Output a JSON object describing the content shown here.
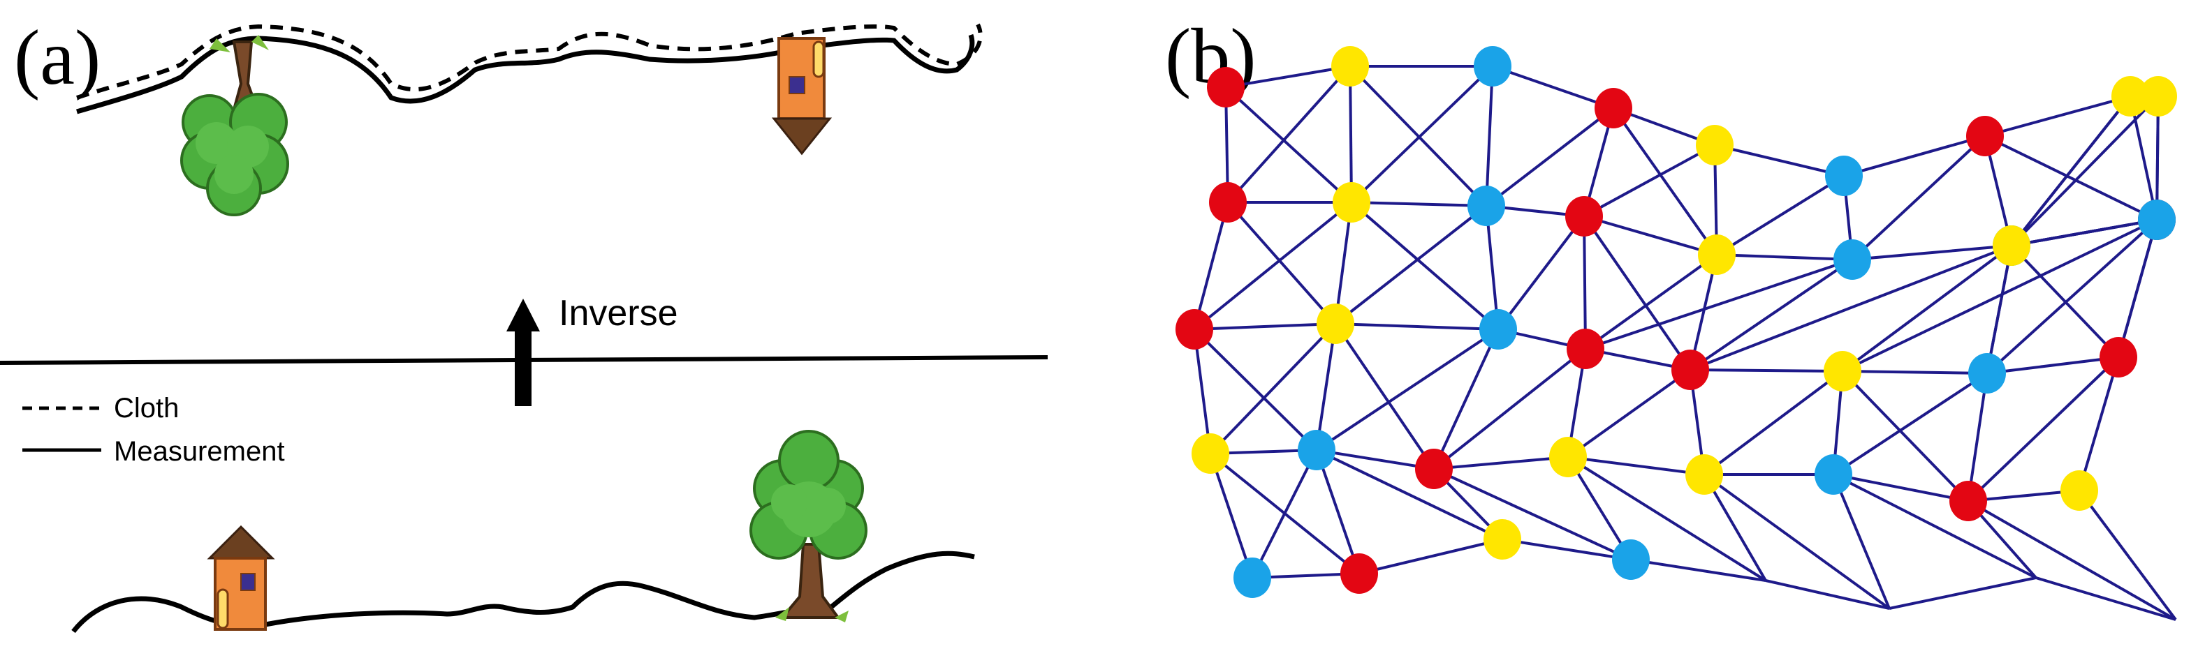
{
  "panel_a": {
    "label": "(a)",
    "arrow_caption": "Inverse",
    "legend": {
      "cloth": "Cloth",
      "measurement": "Measurement"
    }
  },
  "panel_b": {
    "label": "(b)",
    "node_colors": {
      "red": "#e30613",
      "yellow": "#ffe600",
      "blue": "#1aa3e8"
    },
    "edge_color": "#1e1a8a",
    "nodes": [
      {
        "id": 0,
        "c": "red"
      },
      {
        "id": 1,
        "c": "yellow"
      },
      {
        "id": 2,
        "c": "blue"
      },
      {
        "id": 3,
        "c": "red"
      },
      {
        "id": 4,
        "c": "yellow"
      },
      {
        "id": 5,
        "c": "blue"
      },
      {
        "id": 6,
        "c": "red"
      },
      {
        "id": 7,
        "c": "yellow"
      },
      {
        "id": 8,
        "c": "yellow"
      },
      {
        "id": 9,
        "c": "blue"
      },
      {
        "id": 10,
        "c": "red"
      },
      {
        "id": 11,
        "c": "yellow"
      },
      {
        "id": 12,
        "c": "blue"
      },
      {
        "id": 13,
        "c": "red"
      },
      {
        "id": 14,
        "c": "yellow"
      },
      {
        "id": 15,
        "c": "blue"
      },
      {
        "id": 16,
        "c": "blue"
      },
      {
        "id": 17,
        "c": "red"
      },
      {
        "id": 18,
        "c": "yellow"
      },
      {
        "id": 19,
        "c": "blue"
      },
      {
        "id": 20,
        "c": "red"
      },
      {
        "id": 21,
        "c": "yellow"
      },
      {
        "id": 22,
        "c": "blue"
      },
      {
        "id": 23,
        "c": "red"
      },
      {
        "id": 24,
        "c": "red"
      },
      {
        "id": 25,
        "c": "yellow"
      },
      {
        "id": 26,
        "c": "blue"
      },
      {
        "id": 27,
        "c": "red"
      },
      {
        "id": 28,
        "c": "yellow"
      },
      {
        "id": 29,
        "c": "blue"
      },
      {
        "id": 30,
        "c": "red"
      },
      {
        "id": 31,
        "c": "yellow"
      },
      {
        "id": 32,
        "c": "yellow"
      },
      {
        "id": 33,
        "c": "blue"
      },
      {
        "id": 34,
        "c": "red"
      },
      {
        "id": 35,
        "c": "yellow"
      },
      {
        "id": 36,
        "c": "blue"
      },
      {
        "id": 37,
        "c": "red"
      },
      {
        "id": 38,
        "c": "yellow"
      },
      {
        "id": 39,
        "c": "blue"
      }
    ],
    "edges": [
      [
        0,
        1
      ],
      [
        1,
        2
      ],
      [
        2,
        3
      ],
      [
        3,
        4
      ],
      [
        4,
        5
      ],
      [
        5,
        6
      ],
      [
        6,
        7
      ],
      [
        7,
        8
      ],
      [
        8,
        9
      ],
      [
        10,
        11
      ],
      [
        11,
        12
      ],
      [
        12,
        13
      ],
      [
        13,
        14
      ],
      [
        14,
        15
      ],
      [
        15,
        16
      ],
      [
        16,
        17
      ],
      [
        17,
        18
      ],
      [
        18,
        19
      ],
      [
        20,
        21
      ],
      [
        21,
        22
      ],
      [
        22,
        23
      ],
      [
        23,
        24
      ],
      [
        24,
        25
      ],
      [
        25,
        26
      ],
      [
        26,
        27
      ],
      [
        28,
        29
      ],
      [
        29,
        30
      ],
      [
        30,
        31
      ],
      [
        31,
        32
      ],
      [
        32,
        33
      ],
      [
        33,
        34
      ],
      [
        34,
        35
      ],
      [
        36,
        37
      ],
      [
        37,
        38
      ],
      [
        38,
        39
      ],
      [
        39,
        40
      ],
      [
        40,
        41
      ],
      [
        41,
        42
      ],
      [
        42,
        43
      ],
      [
        43,
        44
      ],
      [
        0,
        10
      ],
      [
        1,
        11
      ],
      [
        2,
        11
      ],
      [
        3,
        12
      ],
      [
        4,
        14
      ],
      [
        5,
        14
      ],
      [
        6,
        16
      ],
      [
        7,
        17
      ],
      [
        8,
        18
      ],
      [
        9,
        19
      ],
      [
        10,
        20
      ],
      [
        11,
        21
      ],
      [
        12,
        22
      ],
      [
        13,
        23
      ],
      [
        14,
        23
      ],
      [
        15,
        24
      ],
      [
        16,
        25
      ],
      [
        17,
        26
      ],
      [
        18,
        27
      ],
      [
        19,
        27
      ],
      [
        20,
        28
      ],
      [
        21,
        29
      ],
      [
        22,
        29
      ],
      [
        23,
        30
      ],
      [
        24,
        31
      ],
      [
        25,
        33
      ],
      [
        26,
        33
      ],
      [
        27,
        35
      ],
      [
        28,
        36
      ],
      [
        29,
        37
      ],
      [
        30,
        38
      ],
      [
        31,
        40
      ],
      [
        32,
        40
      ],
      [
        33,
        41
      ],
      [
        34,
        42
      ],
      [
        35,
        43
      ],
      [
        35,
        44
      ],
      [
        0,
        11
      ],
      [
        1,
        10
      ],
      [
        1,
        12
      ],
      [
        2,
        12
      ],
      [
        3,
        13
      ],
      [
        3,
        14
      ],
      [
        4,
        13
      ],
      [
        5,
        15
      ],
      [
        6,
        15
      ],
      [
        6,
        17
      ],
      [
        7,
        16
      ],
      [
        7,
        18
      ],
      [
        8,
        17
      ],
      [
        9,
        18
      ],
      [
        10,
        21
      ],
      [
        11,
        20
      ],
      [
        11,
        22
      ],
      [
        12,
        21
      ],
      [
        13,
        22
      ],
      [
        13,
        24
      ],
      [
        14,
        24
      ],
      [
        15,
        23
      ],
      [
        16,
        24
      ],
      [
        16,
        26
      ],
      [
        17,
        25
      ],
      [
        17,
        27
      ],
      [
        18,
        26
      ],
      [
        20,
        29
      ],
      [
        21,
        28
      ],
      [
        21,
        30
      ],
      [
        22,
        30
      ],
      [
        23,
        31
      ],
      [
        24,
        32
      ],
      [
        25,
        32
      ],
      [
        25,
        34
      ],
      [
        26,
        34
      ],
      [
        27,
        34
      ],
      [
        28,
        37
      ],
      [
        29,
        36
      ],
      [
        29,
        38
      ],
      [
        30,
        39
      ],
      [
        31,
        39
      ],
      [
        32,
        41
      ],
      [
        33,
        42
      ],
      [
        34,
        43
      ]
    ]
  }
}
